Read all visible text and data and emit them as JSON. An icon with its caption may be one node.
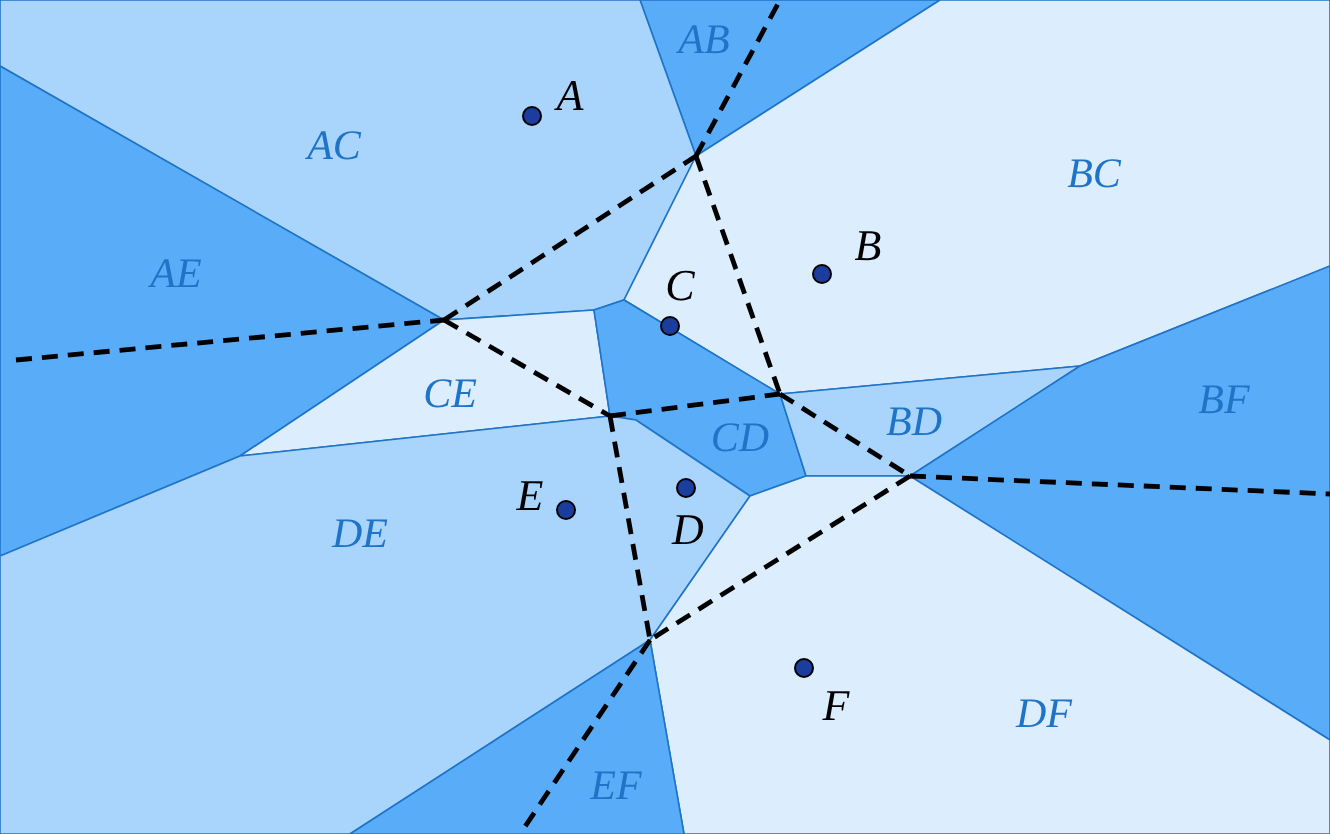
{
  "diagram": {
    "nodes": [
      {
        "text": [
          "AB"
        ]
      },
      {
        "text": [
          "AC"
        ]
      },
      {
        "text": [
          "AE"
        ]
      },
      {
        "text": [
          "BC"
        ]
      },
      {
        "text": [
          "CE"
        ]
      },
      {
        "text": [
          "CD"
        ]
      },
      {
        "text": [
          "BD"
        ]
      },
      {
        "text": [
          "BF"
        ]
      },
      {
        "text": [
          "DE"
        ]
      },
      {
        "text": [
          "DF"
        ]
      },
      {
        "text": [
          "EF"
        ]
      }
    ],
    "labels": [
      "A",
      "B",
      "C",
      "D",
      "E",
      "F"
    ]
  }
}
